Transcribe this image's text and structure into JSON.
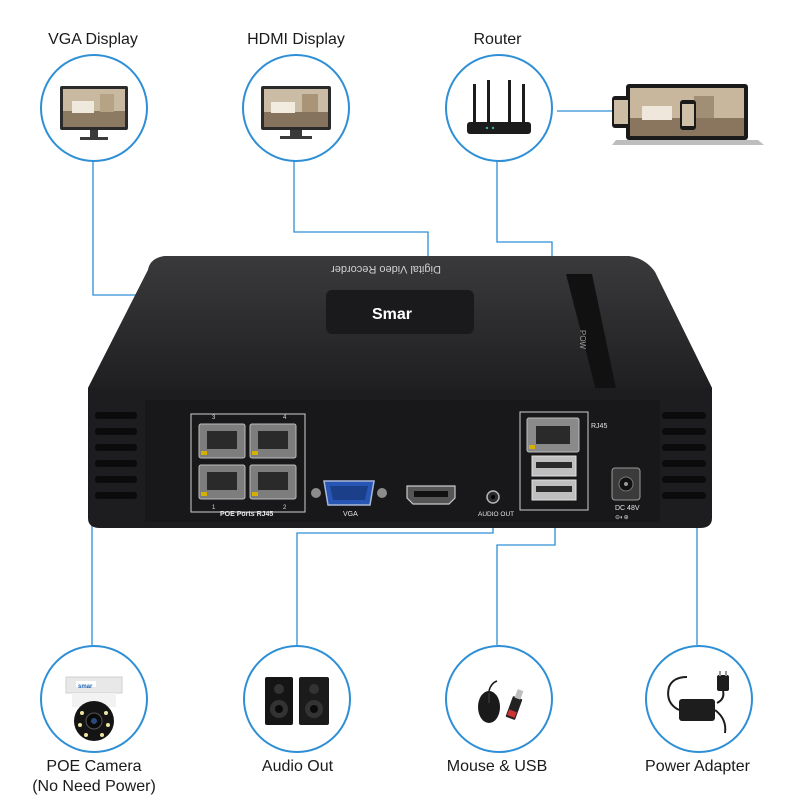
{
  "top_labels": {
    "vga": "VGA Display",
    "hdmi": "HDMI Display",
    "router": "Router"
  },
  "bottom_labels": {
    "poe_camera_line1": "POE Camera",
    "poe_camera_line2": "(No Need Power)",
    "audio_out": "Audio Out",
    "mouse_usb": "Mouse & USB",
    "power_adapter": "Power Adapter"
  },
  "device": {
    "brand": "Smar",
    "top_text": "Digital Video Recorder",
    "power_text": "POW",
    "port_labels": {
      "poe_ports": "POE  Ports RJ45",
      "port_1": "1",
      "port_2": "2",
      "port_3": "3",
      "port_4": "4",
      "vga": "VGA",
      "audio_out": "AUDIO OUT",
      "rj45": "RJ45",
      "dc": "DC 48V"
    }
  },
  "camera_brand": "smar",
  "colors": {
    "accent_line": "#2e8fd6",
    "device_body": "#1d1d1f"
  }
}
